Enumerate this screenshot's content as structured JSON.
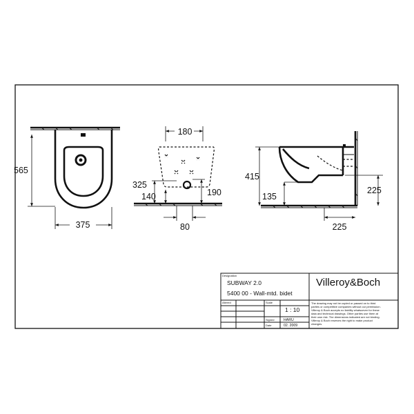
{
  "views": {
    "front": {
      "height": "565",
      "width": "375"
    },
    "top": {
      "top_width": "180",
      "left_offset": "325",
      "left_depth": "140",
      "right_depth": "190",
      "bottom_width": "80"
    },
    "side": {
      "height": "415",
      "lower": "135",
      "right_height": "225",
      "depth": "225"
    }
  },
  "title_block": {
    "designation_label": "Designation",
    "product_name": "SUBWAY 2.0",
    "product_code": "5400 00 - Wall-mtd. bidet",
    "brand": "Villeroy&Boch",
    "altered_label": "Altered",
    "scale_label": "Scale",
    "scale_value": "1 : 10",
    "signed_label": "Signed",
    "signed_value": "HARU",
    "date_label": "Date",
    "date_value": "02. 2009",
    "disclaimer": [
      "The drawing may not be copied or passed on to third",
      "parties or competitive companies without our permission.",
      "Villeroy & Boch accepts no liability whatsoever for these",
      "data and technical drawings. Other parties use them at",
      "their own risk. The dimensions indicated are not binding.",
      "Villeroy & Boch reserves the right to make product",
      "changes."
    ]
  }
}
